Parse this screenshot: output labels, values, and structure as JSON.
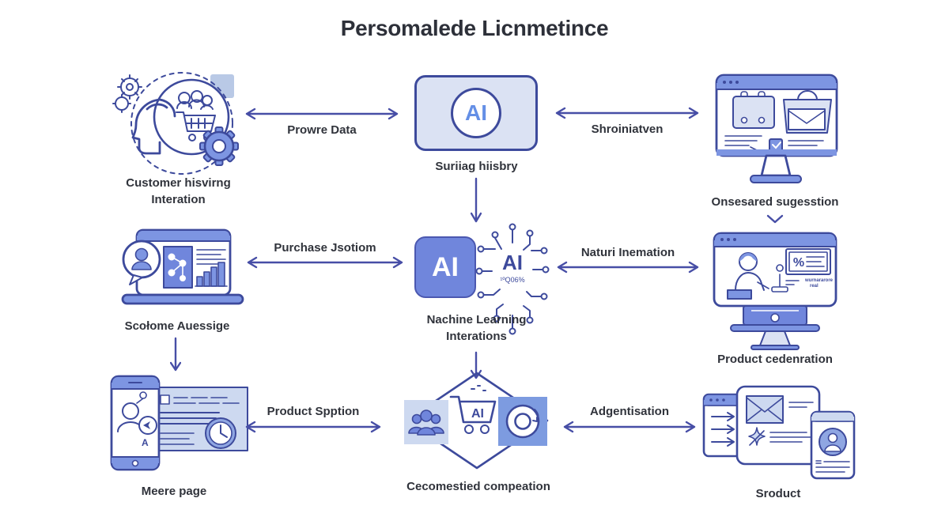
{
  "title": "Persomalede Licnmetince",
  "colors": {
    "ink": "#3d4a9c",
    "arrow": "#474ea6",
    "mid_blue": "#7d95e2",
    "strong_blue": "#7086dc",
    "light_blue": "#cdd9f0",
    "pale_blue": "#dbe2f3",
    "ai_text": "#648fe6",
    "title_color": "#2d3039",
    "label_color": "#30333b",
    "accent_square": "#7d9be0",
    "soft_blue": "#8fa6e2"
  },
  "nodes": {
    "customer": {
      "line1": "Customer hisvirng",
      "line2": "Interation"
    },
    "surfing": {
      "ai": "AI",
      "label": "Suriiag hiisbry"
    },
    "suggestions": {
      "label": "Onsesared sugesstion"
    },
    "analytics": {
      "label": "Scołome Auessige"
    },
    "ml": {
      "ai": "AI",
      "circuit_ai": "AI",
      "circuit_caption": "¹ºQ06%",
      "line1": "Nachine Learning",
      "line2": "Interations"
    },
    "recommendation": {
      "label": "Product cedenration",
      "percent": "%",
      "fineprint1": "wurnararore",
      "fineprint2": "real"
    },
    "homepage": {
      "label": "Meere page",
      "screen_letter": "A"
    },
    "checkout": {
      "cart_ai": "AI",
      "label": "Cecomestied compeation"
    },
    "product": {
      "label": "Sroduct"
    }
  },
  "edges": {
    "top_left": "Prowre Data",
    "top_right": "Shroiniatven",
    "mid_left": "Purchase Jsotiom",
    "mid_right": "Naturi Inemation",
    "bottom_left": "Product Spption",
    "bottom_right": "Adgentisation"
  }
}
